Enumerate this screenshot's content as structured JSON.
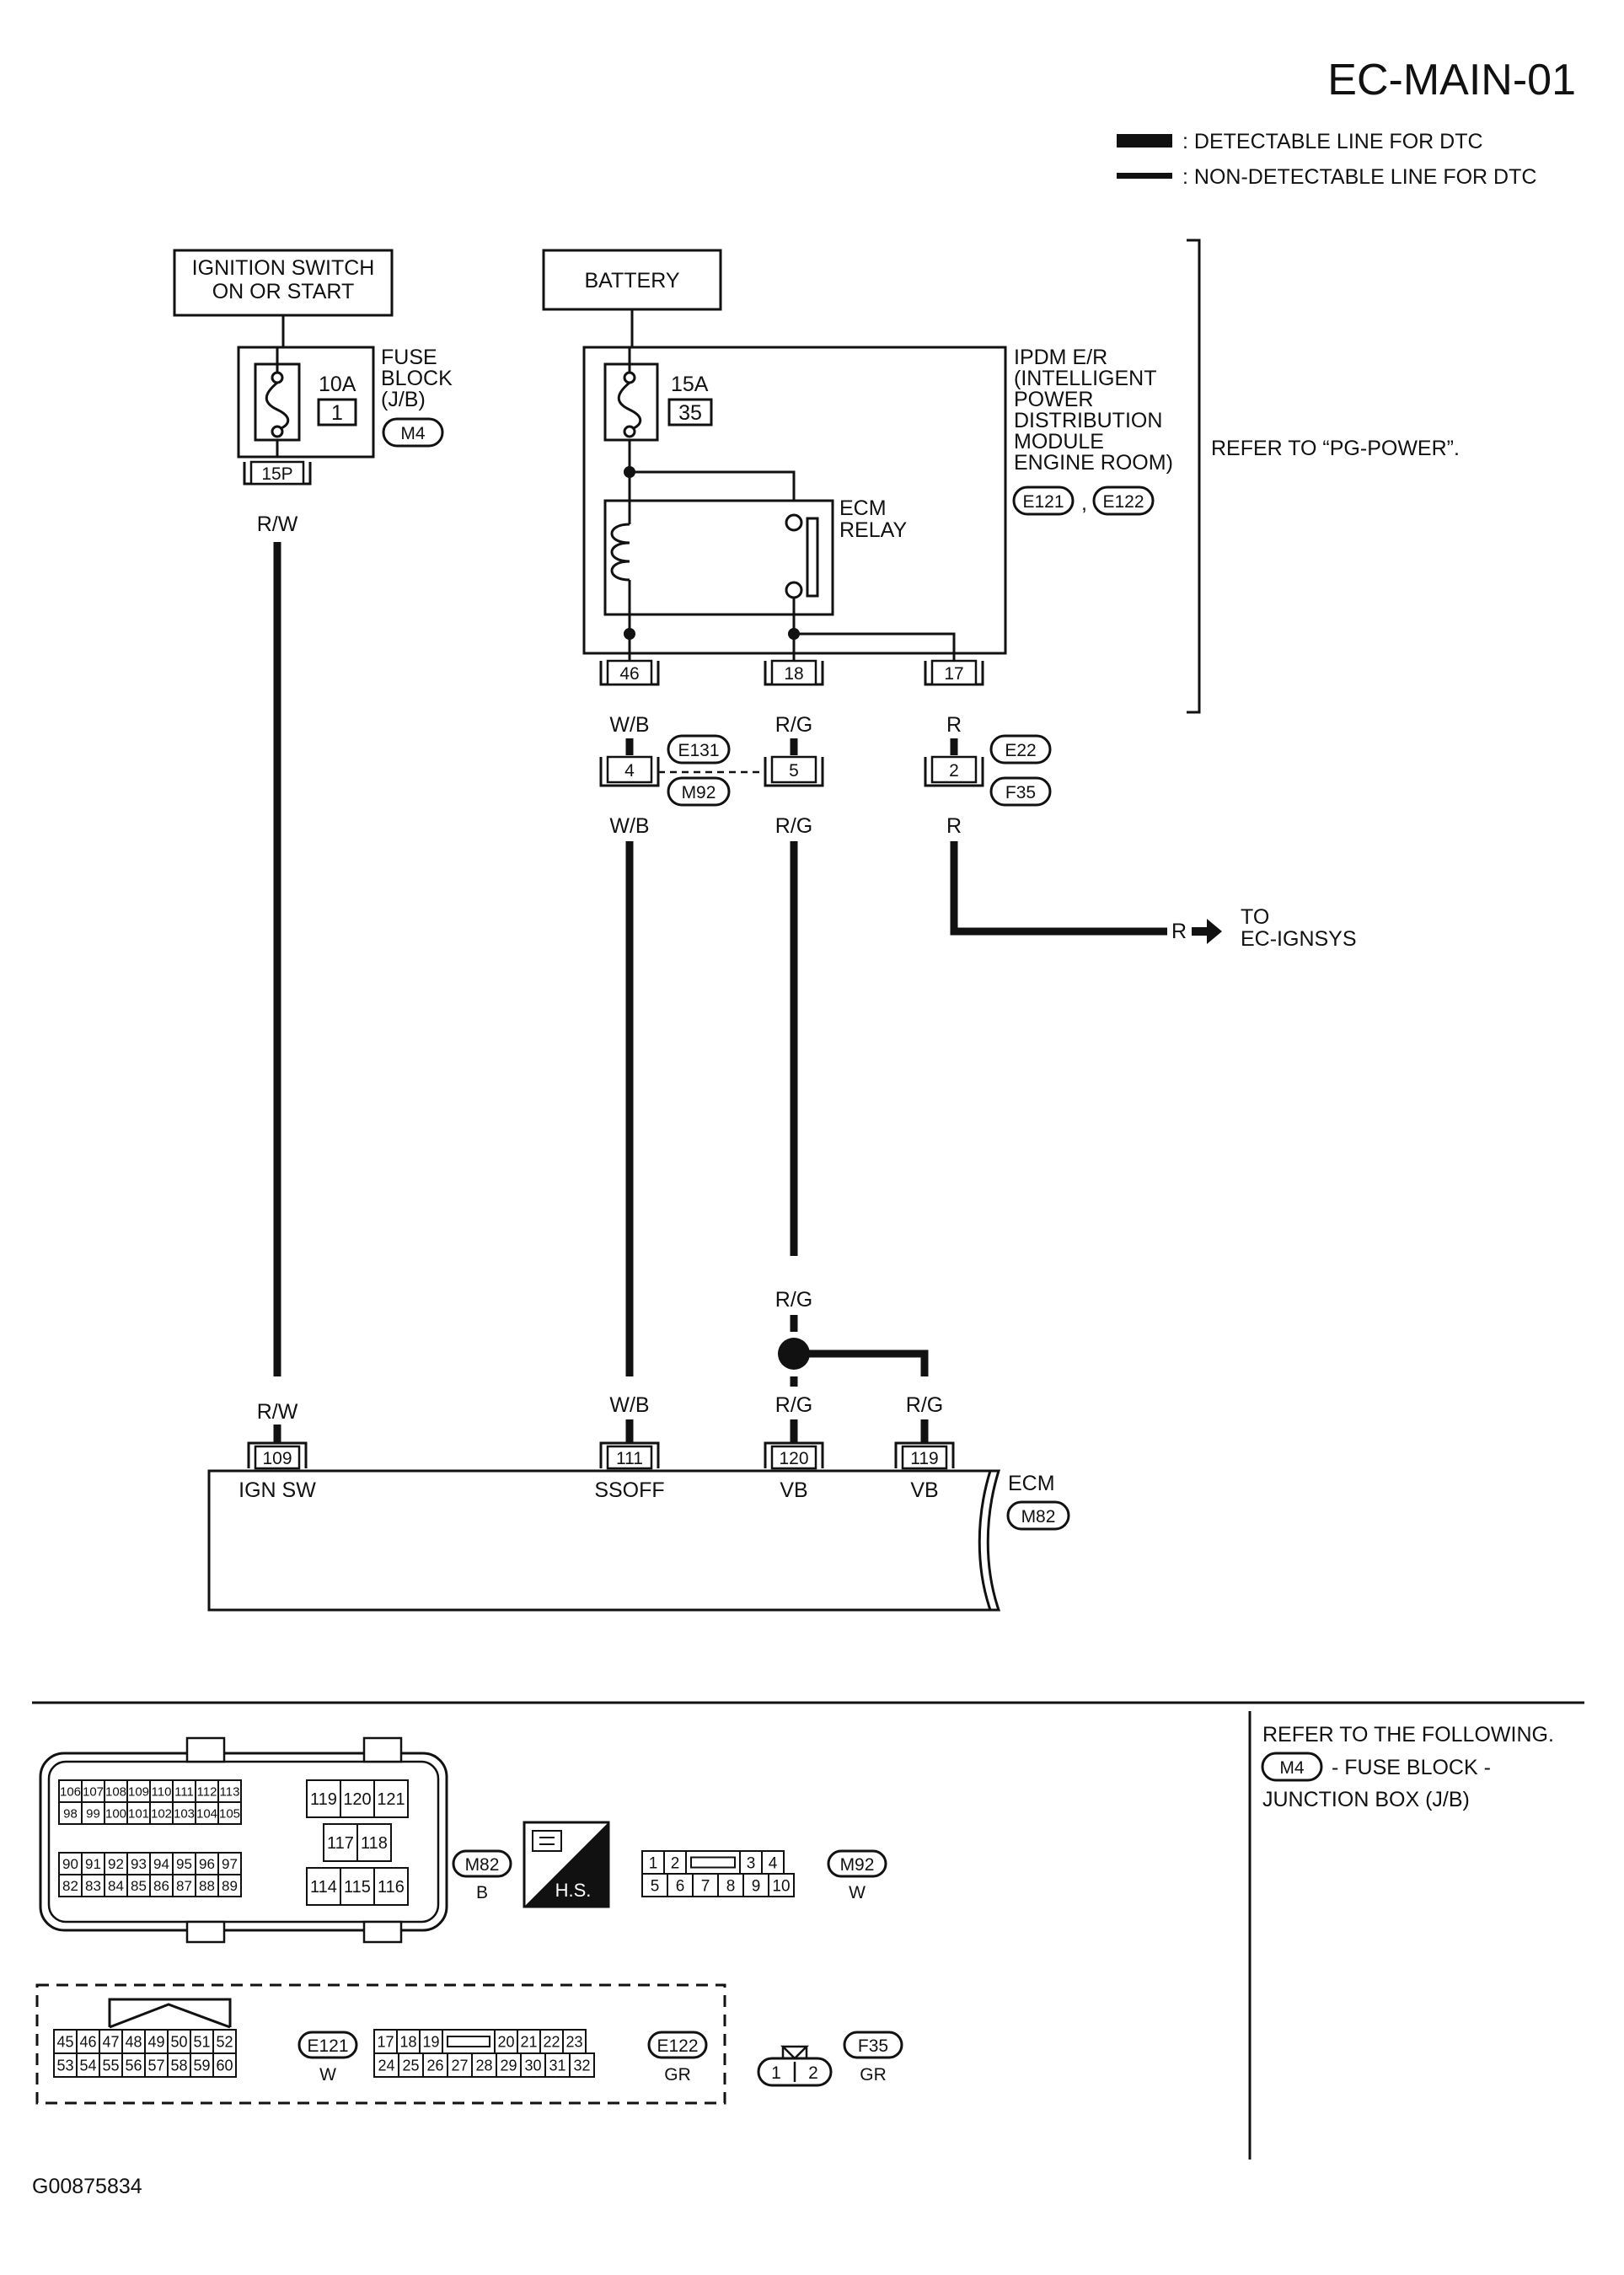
{
  "header": {
    "title": "EC-MAIN-01",
    "legend_detectable": ": DETECTABLE LINE FOR DTC",
    "legend_nondetectable": ": NON-DETECTABLE LINE FOR DTC"
  },
  "ignition_switch": {
    "line1": "IGNITION SWITCH",
    "line2": "ON OR START"
  },
  "fuse_block": {
    "amp": "10A",
    "number": "1",
    "label": [
      "FUSE",
      "BLOCK",
      "(J/B)"
    ],
    "connector": "M4",
    "terminal": "15P",
    "wire": "R/W"
  },
  "battery": {
    "label": "BATTERY"
  },
  "ipdm": {
    "amp": "15A",
    "fuse_number": "35",
    "label": [
      "IPDM E/R",
      "(INTELLIGENT",
      "POWER",
      "DISTRIBUTION",
      "MODULE",
      "ENGINE ROOM)"
    ],
    "connector_a": "E121",
    "connector_sep": ",",
    "connector_b": "E122",
    "relay_label": [
      "ECM",
      "RELAY"
    ],
    "terminals": [
      "46",
      "18",
      "17"
    ],
    "refer": "REFER TO “PG-POWER”."
  },
  "wires": {
    "wb": "W/B",
    "rg": "R/G",
    "r": "R",
    "rw": "R/W"
  },
  "joint": {
    "pins": [
      "4",
      "5",
      "2"
    ],
    "conn_e131": "E131",
    "conn_m92": "M92",
    "conn_e22": "E22",
    "conn_f35": "F35"
  },
  "to_ignsys": {
    "wire": "R",
    "line1": "TO",
    "line2": "EC-IGNSYS"
  },
  "ecm": {
    "label": "ECM",
    "connector": "M82",
    "pins": [
      {
        "num": "109",
        "name": "IGN SW",
        "wire": "R/W"
      },
      {
        "num": "111",
        "name": "SSOFF",
        "wire": "W/B"
      },
      {
        "num": "120",
        "name": "VB",
        "wire": "R/G"
      },
      {
        "num": "119",
        "name": "VB",
        "wire": "R/G"
      }
    ],
    "upper_wire": "R/G"
  },
  "refer_box": {
    "line1": "REFER TO THE FOLLOWING.",
    "conn": "M4",
    "line2": "- FUSE BLOCK -",
    "line3": "JUNCTION BOX (J/B)"
  },
  "connectors": {
    "m82": {
      "id": "M82",
      "color": "B",
      "row_a": [
        "106",
        "107",
        "108",
        "109",
        "110",
        "111",
        "112",
        "113"
      ],
      "row_b": [
        "98",
        "99",
        "100",
        "101",
        "102",
        "103",
        "104",
        "105"
      ],
      "row_c": [
        "90",
        "91",
        "92",
        "93",
        "94",
        "95",
        "96",
        "97"
      ],
      "row_d": [
        "82",
        "83",
        "84",
        "85",
        "86",
        "87",
        "88",
        "89"
      ],
      "big_top": [
        "119",
        "120",
        "121"
      ],
      "big_mid": [
        "117",
        "118"
      ],
      "big_bot": [
        "114",
        "115",
        "116"
      ]
    },
    "hs_label": "H.S.",
    "m92": {
      "id": "M92",
      "color": "W",
      "top": [
        "1",
        "2",
        "",
        "3",
        "4"
      ],
      "bot": [
        "5",
        "6",
        "7",
        "8",
        "9",
        "10"
      ]
    },
    "e121": {
      "id": "E121",
      "color": "W",
      "top": [
        "45",
        "46",
        "47",
        "48",
        "49",
        "50",
        "51",
        "52"
      ],
      "bot": [
        "53",
        "54",
        "55",
        "56",
        "57",
        "58",
        "59",
        "60"
      ]
    },
    "e122": {
      "id": "E122",
      "color": "GR",
      "top": [
        "17",
        "18",
        "19",
        "",
        "20",
        "21",
        "22",
        "23"
      ],
      "bot": [
        "24",
        "25",
        "26",
        "27",
        "28",
        "29",
        "30",
        "31",
        "32"
      ]
    },
    "f35": {
      "id": "F35",
      "color": "GR",
      "pins": [
        "1",
        "2"
      ]
    }
  },
  "footer": {
    "code": "G00875834"
  }
}
